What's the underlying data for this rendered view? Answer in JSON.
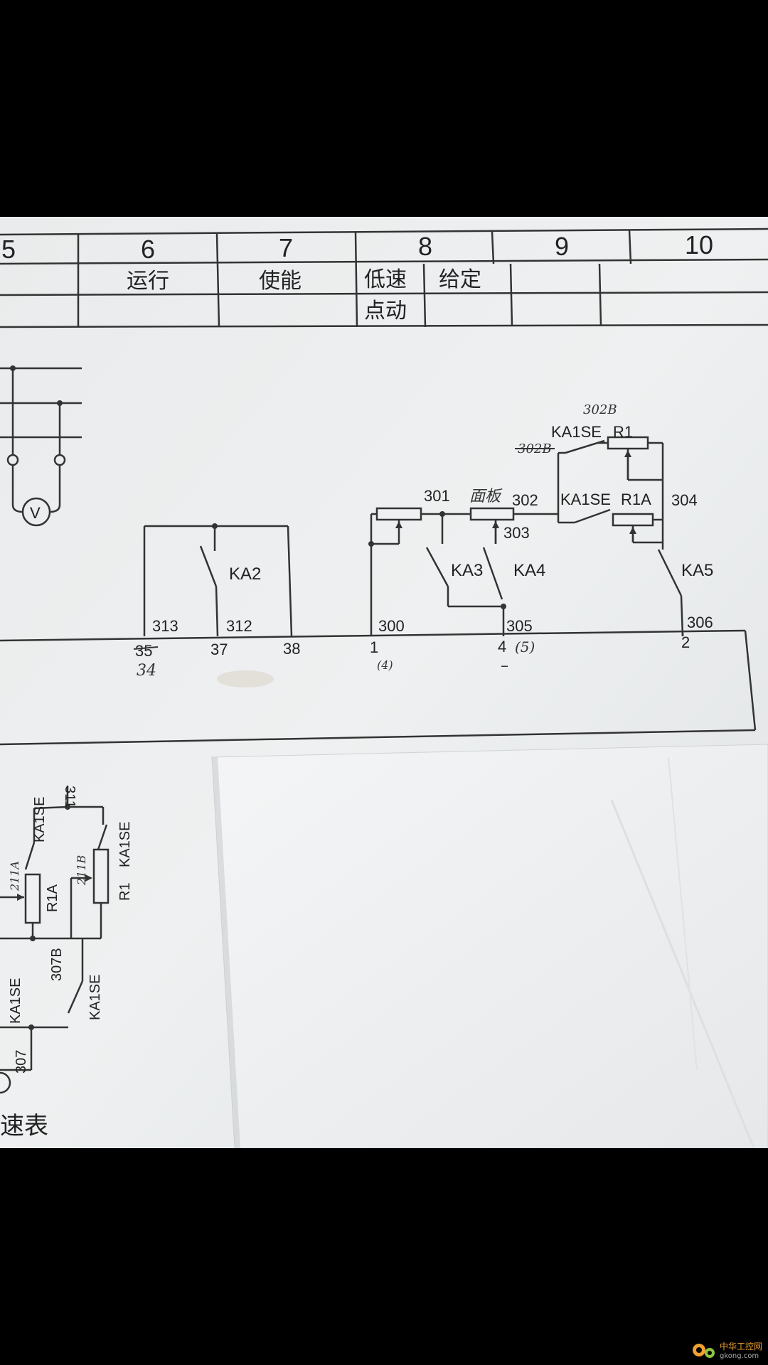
{
  "title_block": {
    "columns": [
      "5",
      "6",
      "7",
      "8",
      "9",
      "10"
    ],
    "functions": [
      "运行",
      "使能",
      "低速",
      "给定"
    ],
    "sub_function": "点动"
  },
  "top_diagram": {
    "relays": [
      "KA2",
      "KA3",
      "KA4",
      "KA5",
      "KA1SE",
      "KA1SE"
    ],
    "resistors": [
      "R1",
      "R1A"
    ],
    "wires": [
      "313",
      "312",
      "300",
      "301",
      "302",
      "303",
      "304",
      "305",
      "306"
    ],
    "terminals": [
      "35",
      "37",
      "38",
      "1",
      "4",
      "2"
    ],
    "handwritten": {
      "panel": "面板",
      "t302b": "302B",
      "t302b_struck": "302B",
      "t34": "34",
      "t4": "(4)",
      "t5": "(5)",
      "minus": "–"
    },
    "meter": "V"
  },
  "bottom_diagram": {
    "labels": [
      "311",
      "KA1SE",
      "KA1SE",
      "R1A",
      "R1",
      "211A",
      "211B",
      "307B",
      "KA1SE",
      "KA1SE",
      "307"
    ],
    "caption_fragment": "速表"
  },
  "watermark": {
    "text": "中华工控网",
    "url": "gkong.com"
  }
}
